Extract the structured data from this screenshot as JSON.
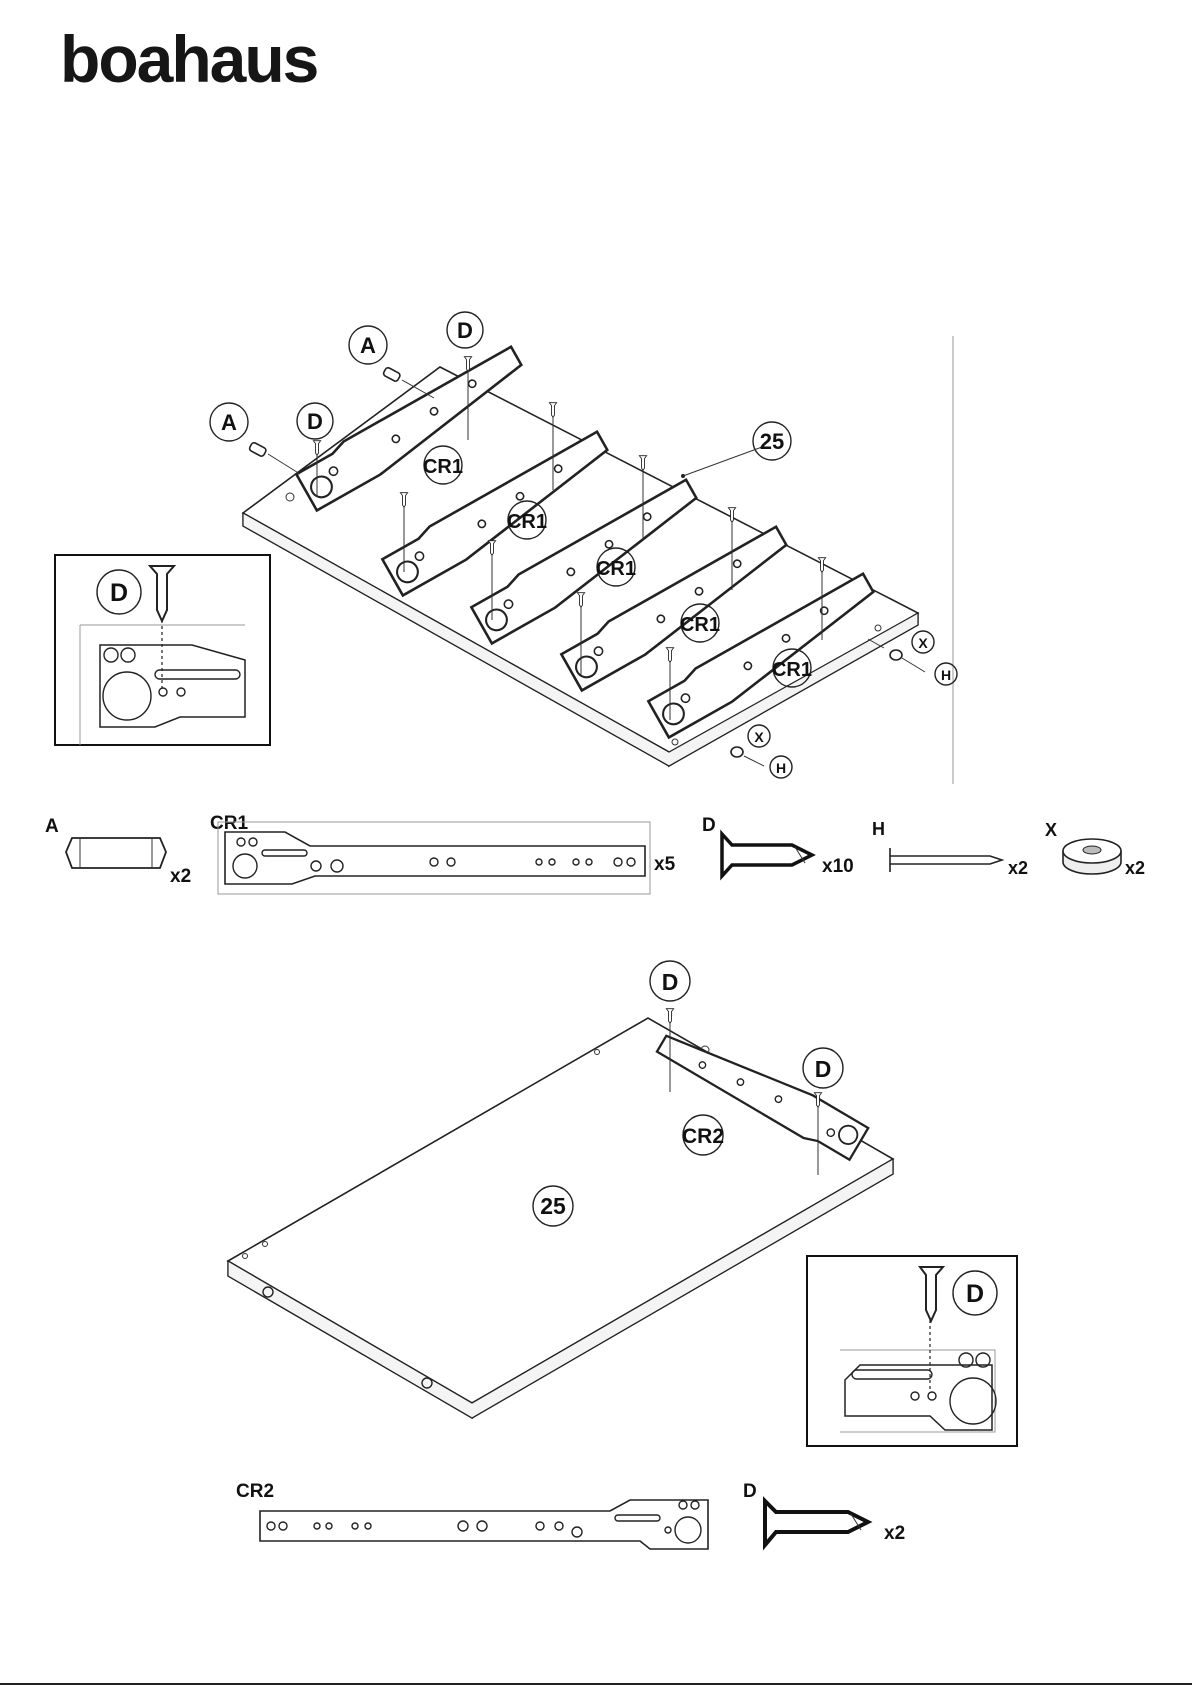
{
  "brand": {
    "logo_text": "boahaus"
  },
  "step1": {
    "panel_label": "25",
    "callouts": {
      "dowel": "A",
      "screw": "D",
      "runner": "CR1",
      "nail": "H",
      "glide": "X"
    },
    "detail": {
      "screw_label": "D"
    },
    "parts": [
      {
        "id": "A",
        "label": "A",
        "qty": "x2",
        "icon": "dowel-icon"
      },
      {
        "id": "CR1",
        "label": "CR1",
        "qty": "x5",
        "icon": "drawer-runner-icon"
      },
      {
        "id": "D",
        "label": "D",
        "qty": "x10",
        "icon": "screw-icon"
      },
      {
        "id": "H",
        "label": "H",
        "qty": "x2",
        "icon": "nail-icon"
      },
      {
        "id": "X",
        "label": "X",
        "qty": "x2",
        "icon": "glide-pad-icon"
      }
    ]
  },
  "step2": {
    "panel_label": "25",
    "callouts": {
      "screw": "D",
      "runner": "CR2"
    },
    "detail": {
      "screw_label": "D"
    },
    "parts": [
      {
        "id": "CR2",
        "label": "CR2",
        "qty": "",
        "icon": "drawer-runner-icon"
      },
      {
        "id": "D",
        "label": "D",
        "qty": "x2",
        "icon": "screw-icon"
      }
    ]
  }
}
